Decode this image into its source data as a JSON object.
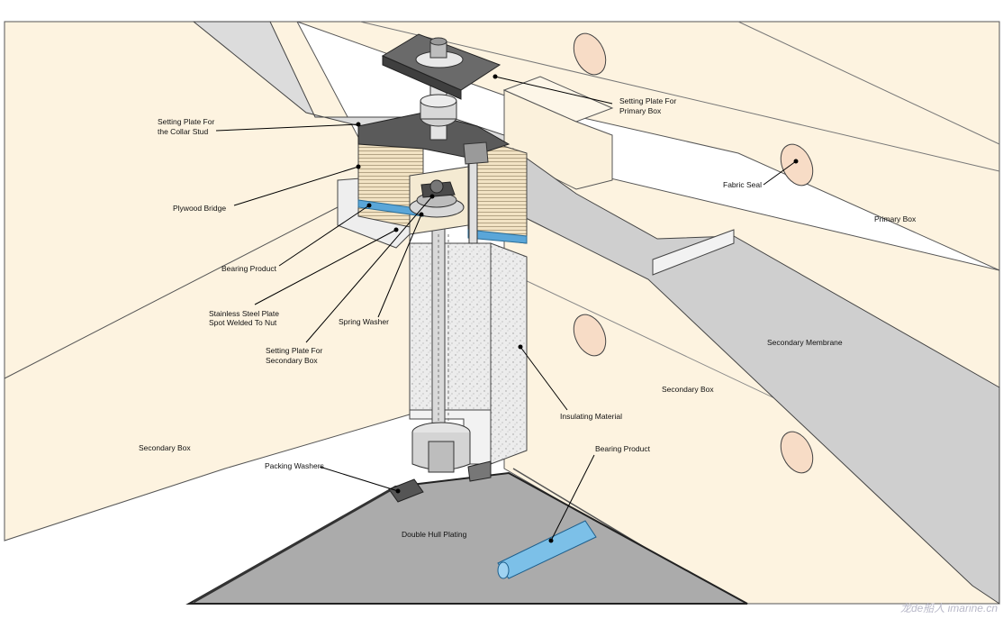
{
  "labels": {
    "setting_plate_collar_stud": [
      "Setting Plate For",
      "the Collar Stud"
    ],
    "plywood_bridge": "Plywood Bridge",
    "bearing_product_left": "Bearing Product",
    "stainless_plate": [
      "Stainless Steel Plate",
      "Spot Welded To Nut"
    ],
    "spring_washer": "Spring Washer",
    "setting_plate_secondary": [
      "Setting Plate For",
      "Secondary Box"
    ],
    "secondary_box_left": "Secondary Box",
    "packing_washers": "Packing Washers",
    "double_hull": "Double Hull Plating",
    "setting_plate_primary": [
      "Setting Plate For",
      "Primary Box"
    ],
    "fabric_seal": "Fabric Seal",
    "primary_box": "Primary Box",
    "secondary_membrane": "Secondary Membrane",
    "secondary_box_right": "Secondary Box",
    "insulating_material": "Insulating Material",
    "bearing_product_right": "Bearing Product"
  },
  "watermark": "龙de船人 imarine.cn",
  "colors": {
    "box_fill": "#fdf3e0",
    "steel": "#cfcfcf",
    "deck": "#a9a9a9",
    "insulation": "#e6e6e6",
    "bearing": "#5aa6d8",
    "plate_dark": "#555555"
  }
}
